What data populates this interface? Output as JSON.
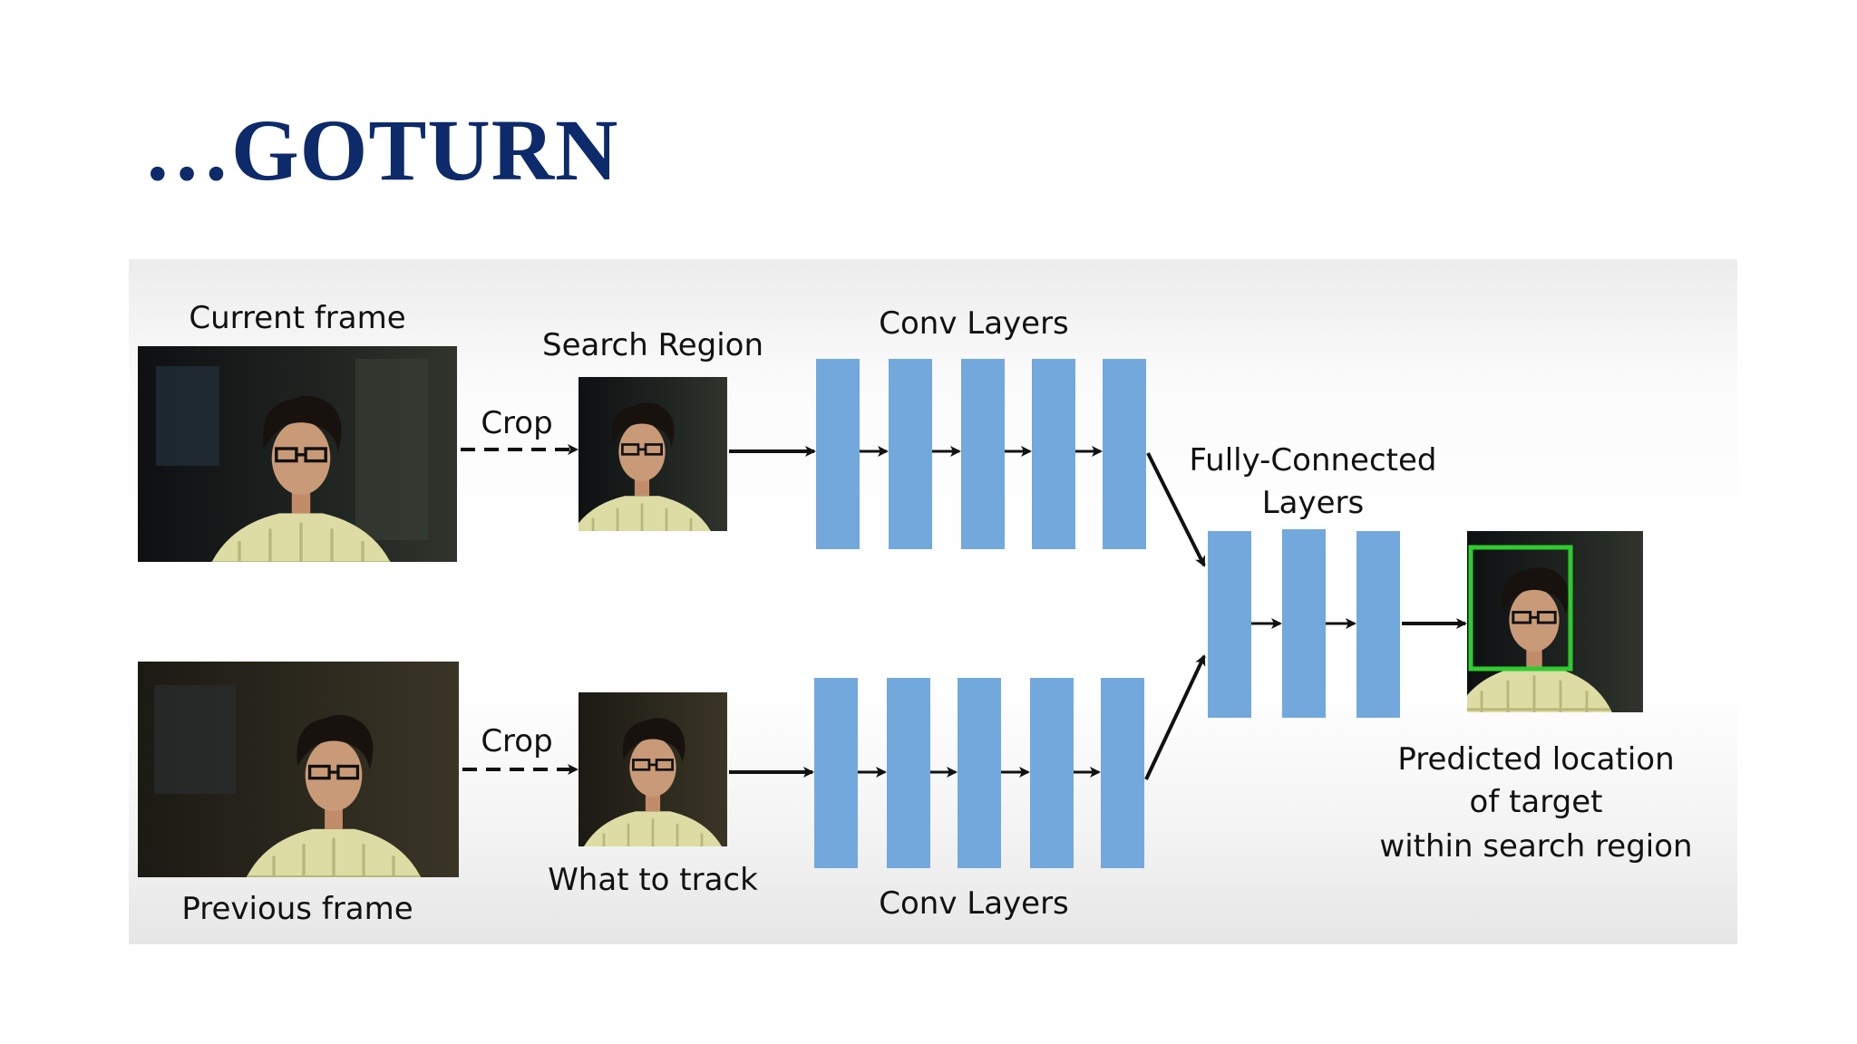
{
  "slide": {
    "title": "…GOTURN"
  },
  "diagram": {
    "current_frame_label": "Current frame",
    "previous_frame_label": "Previous frame",
    "crop_top_label": "Crop",
    "crop_bottom_label": "Crop",
    "search_region_label": "Search Region",
    "what_to_track_label": "What to track",
    "conv_layers_top_label": "Conv Layers",
    "conv_layers_bottom_label": "Conv Layers",
    "fc_label_line1": "Fully-Connected",
    "fc_label_line2": "Layers",
    "predicted_line1": "Predicted location",
    "predicted_line2": "of target",
    "predicted_line3": "within search region"
  },
  "colors": {
    "title": "#0d2a6b",
    "layer_blue": "#73a8dc",
    "bounding_box": "#2ecc2e"
  }
}
